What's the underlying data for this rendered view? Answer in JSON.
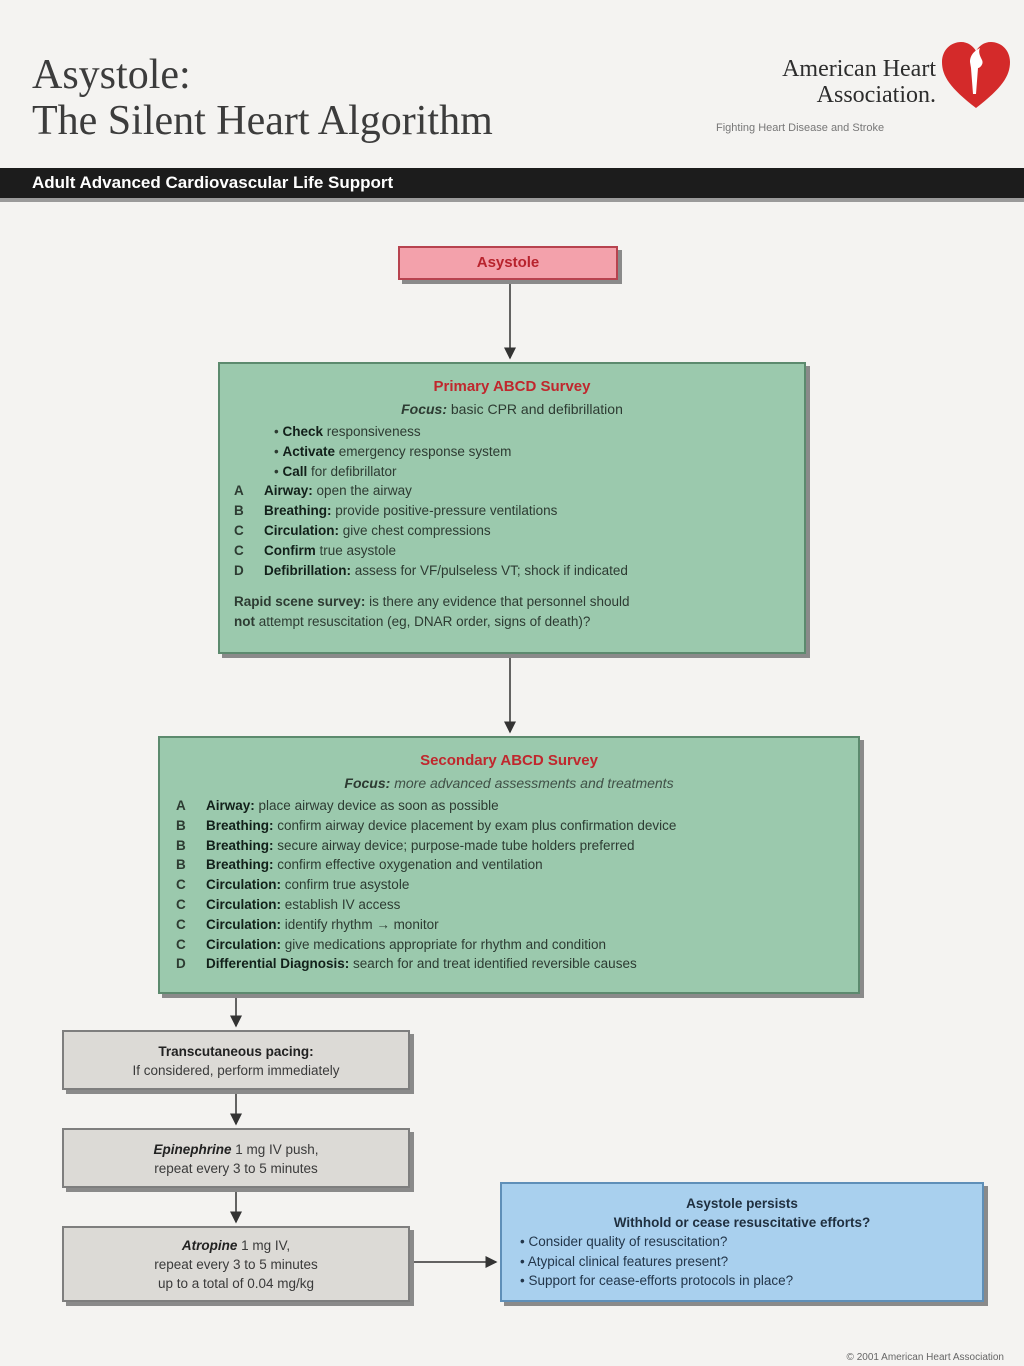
{
  "header": {
    "title_line1": "Asystole:",
    "title_line2": "The Silent Heart Algorithm",
    "org_line1": "American Heart",
    "org_line2": "Association.",
    "org_tagline": "Fighting Heart Disease and Stroke",
    "banner": "Adult Advanced Cardiovascular Life Support"
  },
  "start": {
    "label": "Asystole"
  },
  "primary": {
    "title": "Primary ABCD Survey",
    "focus_label": "Focus:",
    "focus_text": "basic CPR and defibrillation",
    "bullets": [
      {
        "bold": "Check",
        "text": "responsiveness"
      },
      {
        "bold": "Activate",
        "text": "emergency response system"
      },
      {
        "bold": "Call",
        "text": "for defibrillator"
      }
    ],
    "steps": [
      {
        "letter": "A",
        "bold": "Airway:",
        "text": "open the airway"
      },
      {
        "letter": "B",
        "bold": "Breathing:",
        "text": "provide positive-pressure ventilations"
      },
      {
        "letter": "C",
        "bold": "Circulation:",
        "text": "give chest compressions"
      },
      {
        "letter": "C",
        "bold": "Confirm",
        "text": "true asystole"
      },
      {
        "letter": "D",
        "bold": "Defibrillation:",
        "text": "assess for VF/pulseless VT; shock if indicated"
      }
    ],
    "rapid_bold": "Rapid scene survey:",
    "rapid_text": "is there any evidence that personnel should",
    "rapid_not": "not",
    "rapid_text2": "attempt resuscitation (eg, DNAR order, signs of death)?"
  },
  "secondary": {
    "title": "Secondary ABCD Survey",
    "focus_label": "Focus:",
    "focus_text": "more advanced assessments and treatments",
    "steps": [
      {
        "letter": "A",
        "bold": "Airway:",
        "text": "place airway device as soon as possible"
      },
      {
        "letter": "B",
        "bold": "Breathing:",
        "text": "confirm airway device placement by exam plus confirmation device"
      },
      {
        "letter": "B",
        "bold": "Breathing:",
        "text": "secure airway device; purpose-made tube holders preferred"
      },
      {
        "letter": "B",
        "bold": "Breathing:",
        "text": "confirm effective oxygenation and ventilation"
      },
      {
        "letter": "C",
        "bold": "Circulation:",
        "text": "confirm true asystole"
      },
      {
        "letter": "C",
        "bold": "Circulation:",
        "text": "establish IV access"
      },
      {
        "letter": "C",
        "bold": "Circulation:",
        "text": "identify rhythm → monitor"
      },
      {
        "letter": "C",
        "bold": "Circulation:",
        "text": "give medications appropriate for rhythm and condition"
      },
      {
        "letter": "D",
        "bold": "Differential Diagnosis:",
        "text": "search for and treat identified reversible causes"
      }
    ]
  },
  "pacing": {
    "bold": "Transcutaneous pacing:",
    "text": "If considered, perform immediately"
  },
  "epinephrine": {
    "drug": "Epinephrine",
    "line1": "1 mg IV push,",
    "line2": "repeat every 3 to 5 minutes"
  },
  "atropine": {
    "drug": "Atropine",
    "line1": "1 mg IV,",
    "line2": "repeat every 3 to 5 minutes",
    "line3": "up to a total of 0.04 mg/kg"
  },
  "persists": {
    "line1": "Asystole persists",
    "line2": "Withhold or cease resuscitative efforts?",
    "bullets": [
      "Consider quality of resuscitation?",
      "Atypical clinical features present?",
      "Support for cease-efforts protocols in place?"
    ]
  },
  "footer": {
    "copyright": "© 2001 American Heart Association"
  },
  "colors": {
    "start_fill": "#f3a1ab",
    "survey_fill": "#9bc9ad",
    "drug_fill": "#dcdad6",
    "decision_fill": "#a9d0ee",
    "title_red": "#c0272d"
  }
}
